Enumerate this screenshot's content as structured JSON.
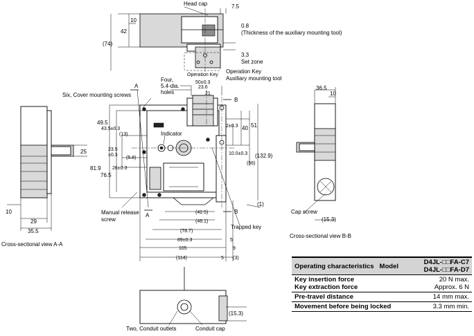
{
  "callouts": {
    "head_cap": "Head cap",
    "aux_thickness": "(Thickness of the auxiliary mounting tool)",
    "set_zone": "Set zone",
    "operation_key_small": "Operation Key",
    "operation_key": "Operation Key",
    "aux_tool": "Auxiliary mounting tool",
    "four_holes_1": "Four,",
    "four_holes_2": "5.4-dia.",
    "four_holes_3": "holes",
    "cover_screws": "Six, Cover mounting screws",
    "indicator": "Indicator",
    "manual_release_1": "Manual release",
    "manual_release_2": "screw",
    "trapped_key": "Trapped key",
    "cap_screw": "Cap screw",
    "conduit_outlets": "Two, Conduit outlets",
    "conduit_cap": "Conduit cap",
    "section_a": "A",
    "section_a2": "A",
    "section_b": "B",
    "section_b2": "B",
    "view_aa": "Cross-sectional view A-A",
    "view_bb": "Cross-sectional view B-B"
  },
  "dimensions": {
    "d_7_5": "7.5",
    "d_10_top": "10",
    "d_42": "42",
    "d_74": "(74)",
    "d_0_8": "0.8",
    "d_3_3": "3.3",
    "d_50": "50±0.3",
    "d_23_6": "23.6",
    "d_21": "21",
    "d_49_5": "49.5",
    "d_43_5": "43.5±0.3",
    "d_13": "(13)",
    "d_23_5": "23.5",
    "d_0_3": "±0.3",
    "d_5_8": "(5.8)",
    "d_26": "26±0.3",
    "d_81_9": "81.9",
    "d_76_5": "76.5",
    "d_2": "2±0.3",
    "d_40": "40",
    "d_51": "51",
    "d_10_0": "10.0±0.3",
    "d_56": "(56)",
    "d_132_9": "(132.9)",
    "d_42_5": "(42.5)",
    "d_46_1": "(46.1)",
    "d_78_7": "(78.7)",
    "d_89": "89±0.3",
    "d_105": "105",
    "d_114": "(114)",
    "d_1": "(1)",
    "d_5a": "5",
    "d_5b": "5",
    "d_9": "9",
    "d_3": "(3)",
    "d_25": "25",
    "d_10_left": "10",
    "d_29": "29",
    "d_35_5": "35.5",
    "d_36_5": "36.5",
    "d_10_right": "10",
    "d_15_3a": "(15.3)",
    "d_15_3b": "(15.3)"
  },
  "table": {
    "header_label": "Operating characteristics",
    "header_model": "Model",
    "models": [
      "D4JL-□□FA-C7",
      "D4JL-□□FA-D7"
    ],
    "rows": [
      {
        "label": "Key insertion force",
        "label2": "Key extraction force",
        "value": "20 N max.",
        "value2": "Approx. 6 N"
      },
      {
        "label": "Pre-travel distance",
        "value": "14 mm max."
      },
      {
        "label": "Movement before being locked",
        "value": "3.3 mm min."
      }
    ]
  }
}
